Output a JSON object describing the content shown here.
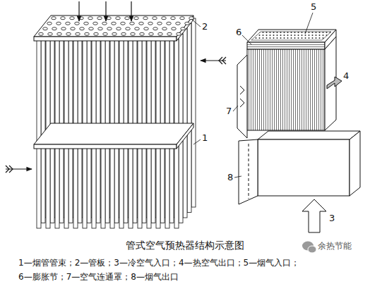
{
  "diagram": {
    "caption": "管式空气预热器结构示意图",
    "labels": [
      "2",
      "5",
      "6",
      "4",
      "1",
      "7",
      "8",
      "3",
      "余热节能",
      "1—烟管管束；2—管板；3—冷空气入口；4—热空气出口；5—烟气入口；",
      "6—膨胀节；7—空气连通罩；8—烟气出口"
    ]
  }
}
